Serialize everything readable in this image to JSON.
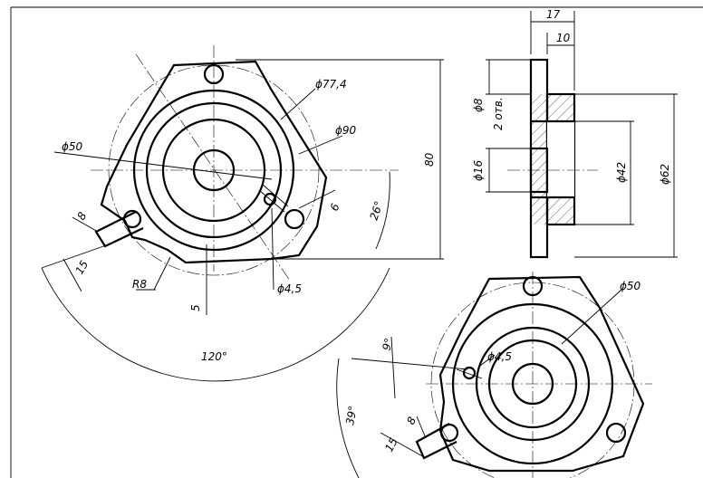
{
  "colors": {
    "ink": "#000000",
    "paper": "#ffffff"
  },
  "dims": {
    "top_17": "17",
    "top_10": "10",
    "phi8": "ϕ8",
    "two_holes": "2 отв.",
    "phi16": "ϕ16",
    "phi42": "ϕ42",
    "phi62": "ϕ62",
    "phi77": "ϕ77,4",
    "phi90": "ϕ90",
    "phi50_a": "ϕ50",
    "h80": "80",
    "d6": "6",
    "a26": "26°",
    "d8_a": "8",
    "d15_a": "15",
    "r8": "R8",
    "phi45_a": "ϕ4,5",
    "d5": "5",
    "a120": "120°",
    "phi50_b": "ϕ50",
    "a9": "9°",
    "phi45_b": "ϕ4,5",
    "a39": "39°",
    "d8_b": "8",
    "d15_b": "15"
  }
}
